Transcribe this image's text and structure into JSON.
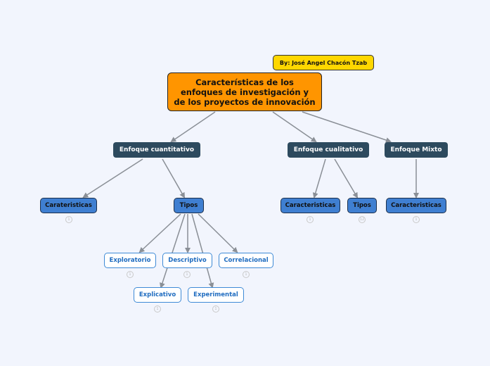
{
  "author": "By: José Angel Chacón Tzab",
  "root": "Características de los enfoques de investigación y de los proyectos de innovación",
  "branches": {
    "cuantitativo": {
      "label": "Enfoque cuantitativo",
      "caracteristicas": {
        "label": "Carateristicas",
        "count": "1"
      },
      "tipos": {
        "label": "Tipos",
        "children": [
          {
            "label": "Exploratorio",
            "count": "1"
          },
          {
            "label": "Descriptivo",
            "count": "1"
          },
          {
            "label": "Correlacional",
            "count": "1"
          },
          {
            "label": "Explicativo",
            "count": "1"
          },
          {
            "label": "Experimental",
            "count": "1"
          }
        ]
      }
    },
    "cualitativo": {
      "label": "Enfoque cualitativo",
      "caracteristicas": {
        "label": "Caracteristicas",
        "count": "1"
      },
      "tipos": {
        "label": "Tipos",
        "count": "12"
      }
    },
    "mixto": {
      "label": "Enfoque Mixto",
      "caracteristicas": {
        "label": "Caracteristicas",
        "count": "1"
      }
    }
  },
  "colors": {
    "background": "#f2f5fd",
    "root": "#ff9500",
    "author": "#ffd700",
    "main_topic": "#2d4a5e",
    "subtopic": "#3f7fd1",
    "leaf_border": "#3e8ad6",
    "connector": "#8a8f96"
  }
}
